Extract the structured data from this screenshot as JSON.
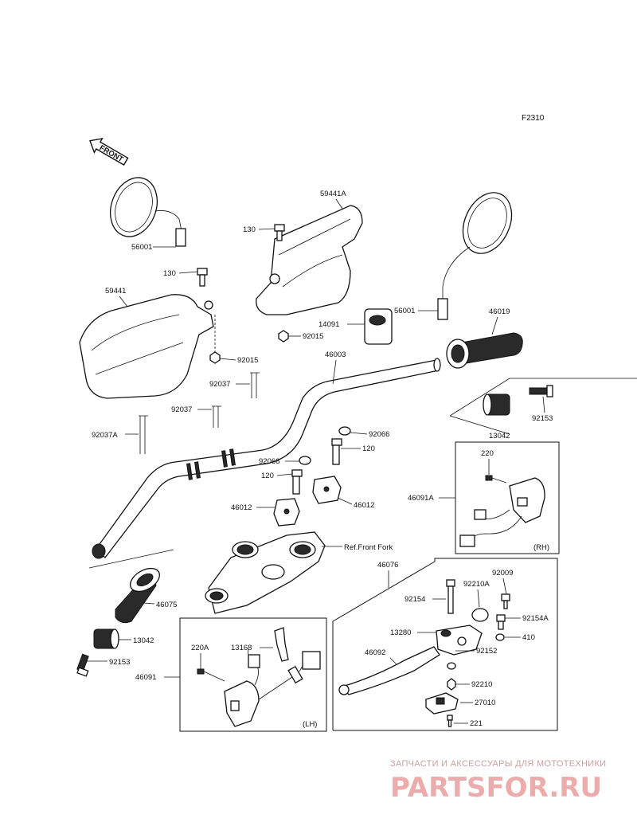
{
  "figure_code": "F2310",
  "front_arrow_label": "FRONT",
  "parts": {
    "p56001_left": "56001",
    "p59441": "59441",
    "p130_left": "130",
    "p92015_left": "92015",
    "p92037": "92037",
    "p92037_b": "92037",
    "p92037A": "92037A",
    "p59441A": "59441A",
    "p130_center": "130",
    "p92015_center": "92015",
    "p14091": "14091",
    "p56001_right": "56001",
    "p46019": "46019",
    "p46003": "46003",
    "p92153_right": "92153",
    "p13042_right": "13042",
    "p92066_a": "92066",
    "p120_a": "120",
    "p92066_b": "92066",
    "p120_b": "120",
    "p46012_left": "46012",
    "p46012_right": "46012",
    "ref_front_fork": "Ref.Front Fork",
    "p46075": "46075",
    "p13042_left": "13042",
    "p92153_left": "92153",
    "p220_rh": "220",
    "p46091A": "46091A",
    "rh": "(RH)",
    "p46076": "46076",
    "p92009": "92009",
    "p92154": "92154",
    "p92210A": "92210A",
    "p92154A": "92154A",
    "p13280": "13280",
    "p410": "410",
    "p46092": "46092",
    "p92152": "92152",
    "p92210": "92210",
    "p27010": "27010",
    "p221": "221",
    "p220A": "220A",
    "p13168": "13168",
    "p46091": "46091",
    "lh": "(LH)"
  },
  "watermark": {
    "tagline": "ЗАПЧАСТИ И АКСЕССУАРЫ ДЛЯ МОТОТЕХНИКИ",
    "brand": "PARTSFOR.RU"
  }
}
